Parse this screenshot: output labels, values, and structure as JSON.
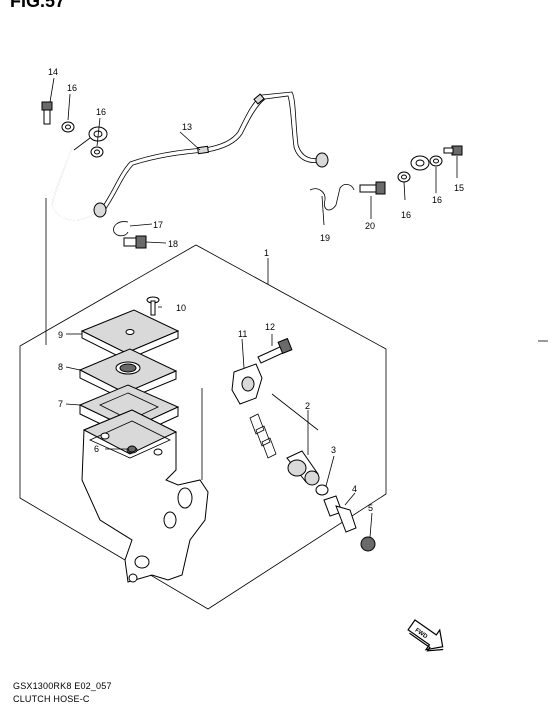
{
  "figure_title": "FIG.57",
  "model_code": "GSX1300RK8 E02_057",
  "diagram_name": "CLUTCH HOSE-C",
  "callouts": {
    "c1": "1",
    "c2": "2",
    "c3": "3",
    "c4": "4",
    "c5": "5",
    "c6": "6",
    "c7": "7",
    "c8": "8",
    "c9": "9",
    "c10": "10",
    "c11": "11",
    "c12": "12",
    "c13": "13",
    "c14": "14",
    "c15": "15",
    "c16a": "16",
    "c16b": "16",
    "c16c": "16",
    "c16d": "16",
    "c17": "17",
    "c18": "18",
    "c19": "19",
    "c20": "20"
  },
  "fwd_label": "FWD"
}
